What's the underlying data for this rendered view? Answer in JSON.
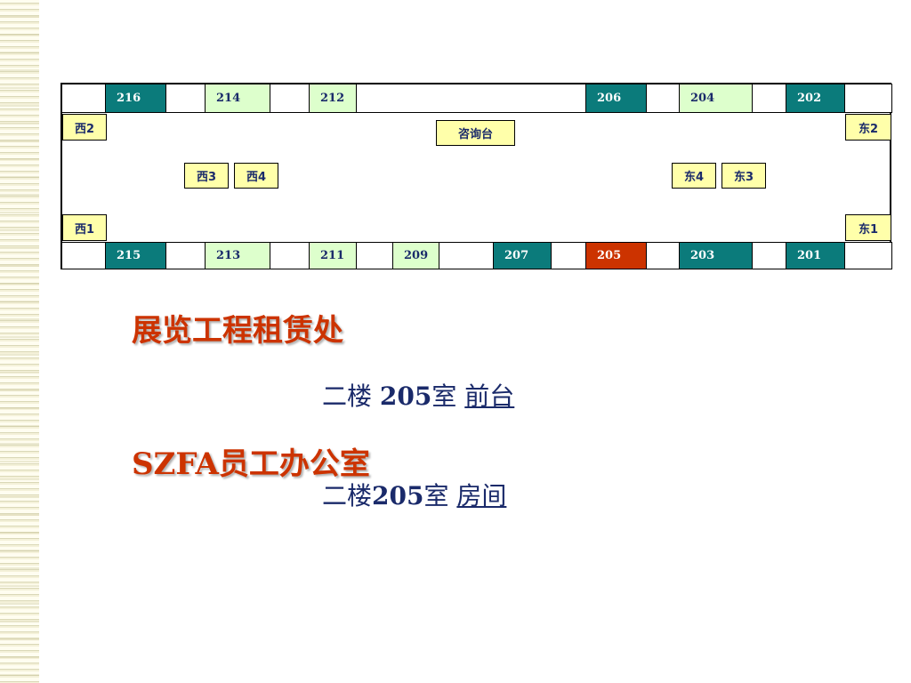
{
  "top_row": [
    {
      "label": "",
      "style": "blank"
    },
    {
      "label": "216",
      "style": "teal"
    },
    {
      "label": "",
      "style": "blank"
    },
    {
      "label": "214",
      "style": "mint"
    },
    {
      "label": "",
      "style": "blank"
    },
    {
      "label": "212",
      "style": "mint"
    },
    {
      "label": "206",
      "style": "teal"
    },
    {
      "label": "",
      "style": "blank"
    },
    {
      "label": "204",
      "style": "mint"
    },
    {
      "label": "",
      "style": "blank"
    },
    {
      "label": "202",
      "style": "teal"
    },
    {
      "label": "",
      "style": "blank"
    }
  ],
  "bottom_row": [
    {
      "label": "",
      "style": "blank"
    },
    {
      "label": "215",
      "style": "teal"
    },
    {
      "label": "",
      "style": "blank"
    },
    {
      "label": "213",
      "style": "mint"
    },
    {
      "label": "",
      "style": "blank"
    },
    {
      "label": "211",
      "style": "mint"
    },
    {
      "label": "",
      "style": "blank"
    },
    {
      "label": "209",
      "style": "mint"
    },
    {
      "label": "",
      "style": "blank"
    },
    {
      "label": "207",
      "style": "teal"
    },
    {
      "label": "",
      "style": "blank"
    },
    {
      "label": "205",
      "style": "red"
    },
    {
      "label": "",
      "style": "blank"
    },
    {
      "label": "203",
      "style": "teal"
    },
    {
      "label": "",
      "style": "blank"
    },
    {
      "label": "201",
      "style": "teal"
    },
    {
      "label": "",
      "style": "blank"
    }
  ],
  "tags": {
    "west2": "西2",
    "west1": "西1",
    "east2": "东2",
    "east1": "东1",
    "info_desk": "咨询台",
    "west3": "西3",
    "west4": "西4",
    "east4": "东4",
    "east3": "东3"
  },
  "section1": {
    "title": "展览工程租赁处",
    "line_prefix": "二楼 ",
    "line_num": "205",
    "line_room": "室 ",
    "line_link": "前台"
  },
  "section2": {
    "title": "SZFA员工办公室",
    "line_prefix": "二楼",
    "line_num": "205",
    "line_room": "室 ",
    "line_link": "房间"
  },
  "colors": {
    "teal": "#0b7b7b",
    "mint": "#ddffcc",
    "red": "#cc3300",
    "tag_yellow": "#ffffaa",
    "title_red": "#cc3300",
    "navy": "#1a2a6a"
  }
}
